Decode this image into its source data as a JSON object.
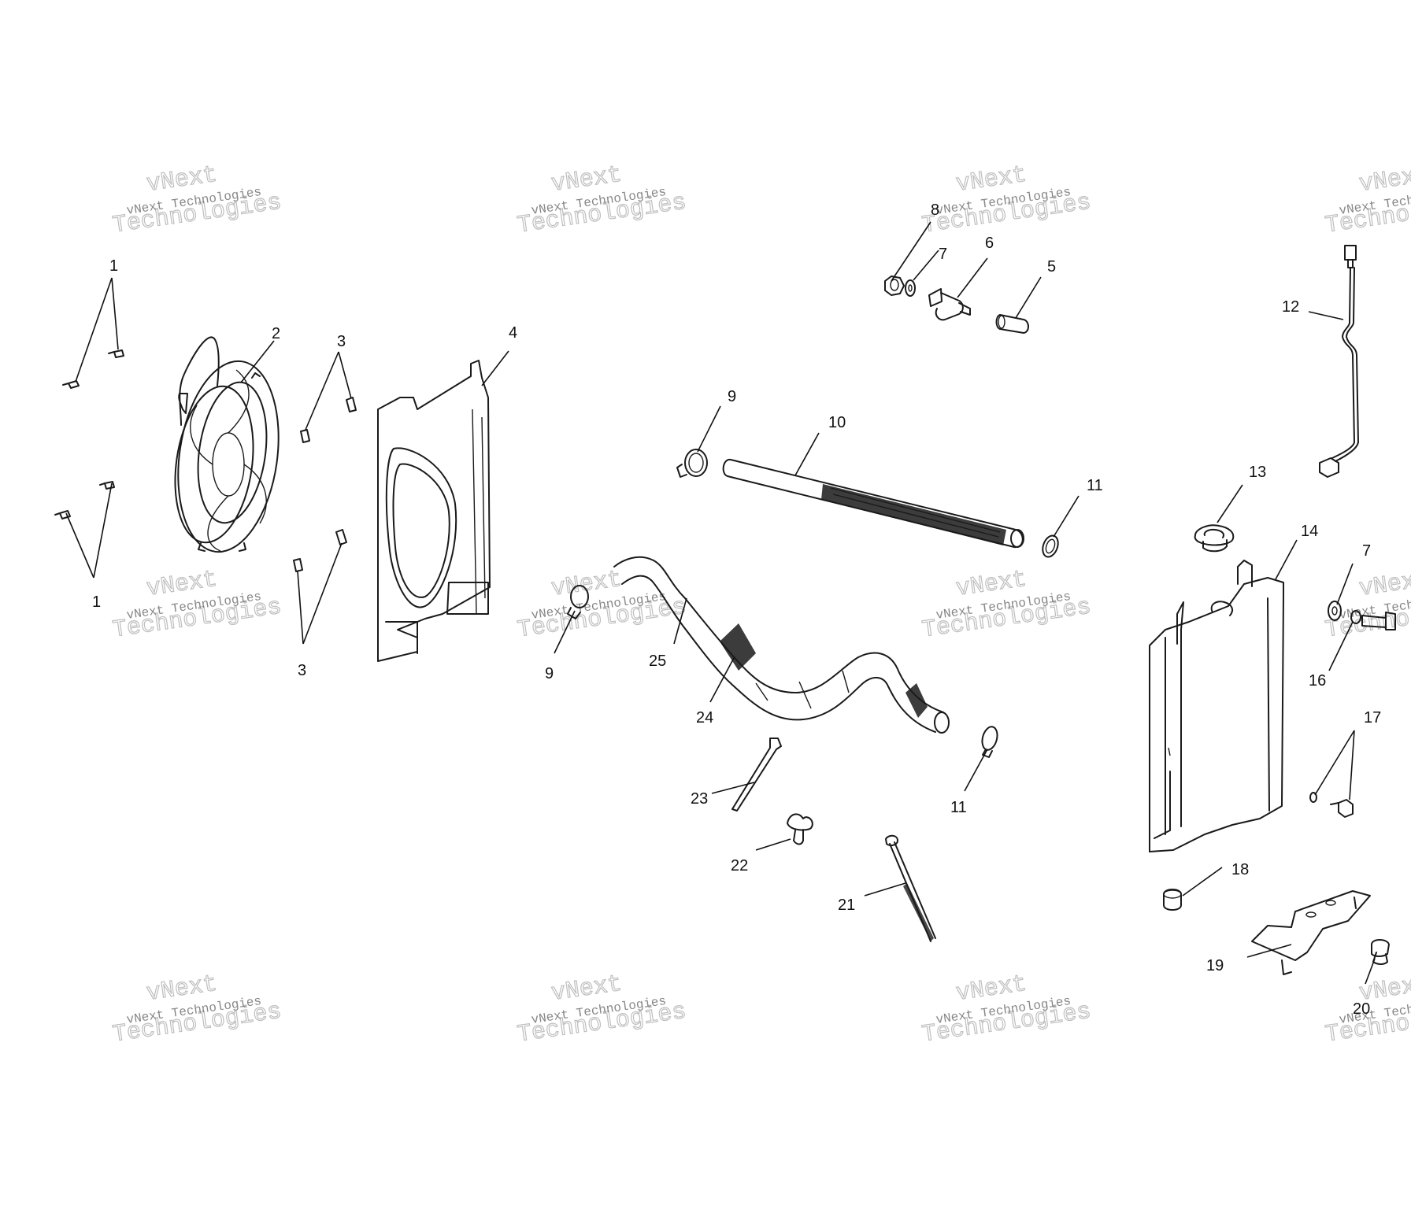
{
  "callouts": [
    "1",
    "1",
    "2",
    "3",
    "3",
    "4",
    "5",
    "6",
    "7",
    "8",
    "9",
    "9",
    "10",
    "11",
    "11",
    "12",
    "13",
    "14",
    "7",
    "16",
    "17",
    "18",
    "19",
    "20",
    "21",
    "22",
    "23",
    "24",
    "25"
  ],
  "watermark": {
    "small": "vNext Technologies",
    "big_top": "vNext",
    "big_bottom": "Technologies"
  }
}
